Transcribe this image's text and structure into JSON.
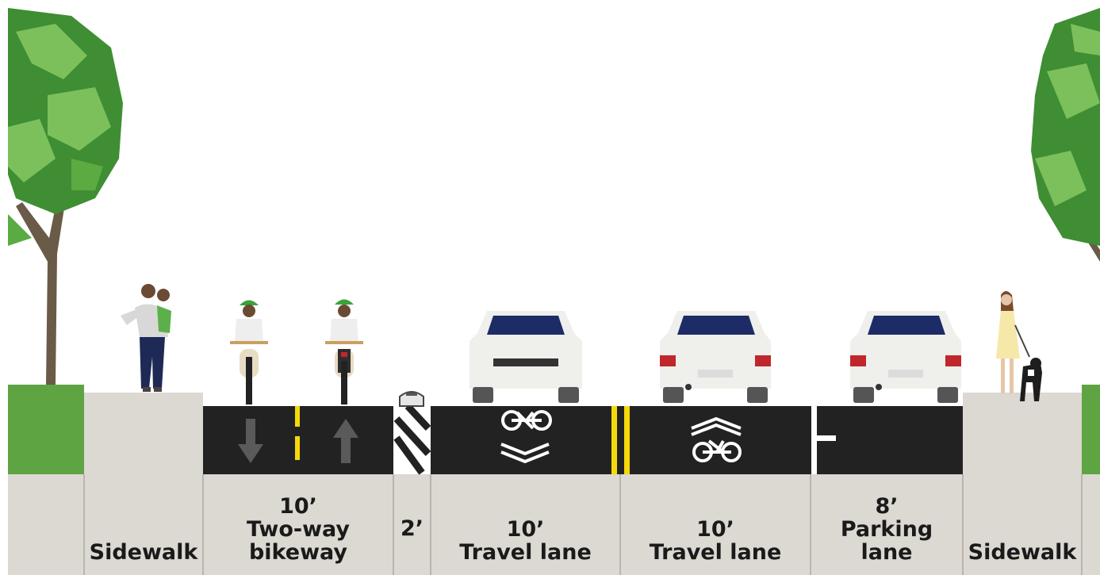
{
  "colors": {
    "sidewalk": "#dcd8d2",
    "asphalt": "#222222",
    "grass": "#5ea443",
    "tree_foliage_dark": "#3f8e33",
    "tree_foliage_light": "#7cc05c",
    "trunk": "#6a5a48",
    "center_line": "#f5d90a",
    "marking": "#ffffff",
    "arrow": "#5a5a5a",
    "car_body": "#efefec",
    "car_glass": "#1d2b66",
    "tail_light": "#c0272d"
  },
  "icons": {
    "bike_arrow_down": "arrow-down-icon",
    "bike_arrow_up": "arrow-up-icon",
    "buffer_hatch": "hatched-buffer-icon",
    "sharrow_down": "sharrow-icon",
    "sharrow_up": "sharrow-icon",
    "parking_tick": "parking-tick-icon"
  },
  "segments": [
    {
      "id": "sidewalk-left",
      "lines": [
        "Sidewalk"
      ]
    },
    {
      "id": "bikeway",
      "lines": [
        "10’",
        "Two-way",
        "bikeway"
      ]
    },
    {
      "id": "buffer",
      "lines": [
        "2’"
      ]
    },
    {
      "id": "travel-lane-1",
      "lines": [
        "10’",
        "Travel lane"
      ]
    },
    {
      "id": "travel-lane-2",
      "lines": [
        "10’",
        "Travel lane"
      ]
    },
    {
      "id": "parking-lane",
      "lines": [
        "8’",
        "Parking",
        "lane"
      ]
    },
    {
      "id": "sidewalk-right",
      "lines": [
        "Sidewalk"
      ]
    }
  ]
}
